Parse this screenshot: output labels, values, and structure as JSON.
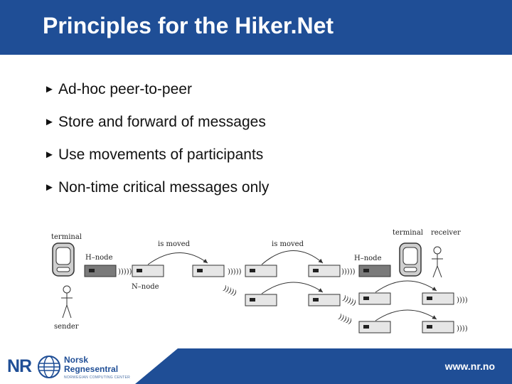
{
  "slide": {
    "title": "Principles for the Hiker.Net",
    "bullets": [
      "Ad-hoc peer-to-peer",
      "Store and forward of messages",
      "Use movements of participants",
      "Non-time critical messages only"
    ],
    "bullet_marker": "►"
  },
  "diagram": {
    "labels": {
      "terminal_left": "terminal",
      "h_node_left": "H–node",
      "is_moved_1": "is moved",
      "is_moved_2": "is moved",
      "n_node": "N–node",
      "terminal_right": "terminal",
      "receiver": "receiver",
      "h_node_right": "H–node",
      "sender": "sender"
    }
  },
  "footer": {
    "logo_letters": "NR",
    "org_line1": "Norsk",
    "org_line2": "Regnesentral",
    "org_subtitle": "NORWEGIAN COMPUTING CENTER",
    "url": "www.nr.no"
  },
  "colors": {
    "title_bar": "#1f4e96",
    "footer_blue": "#1f4e96",
    "title_text": "#ffffff"
  }
}
